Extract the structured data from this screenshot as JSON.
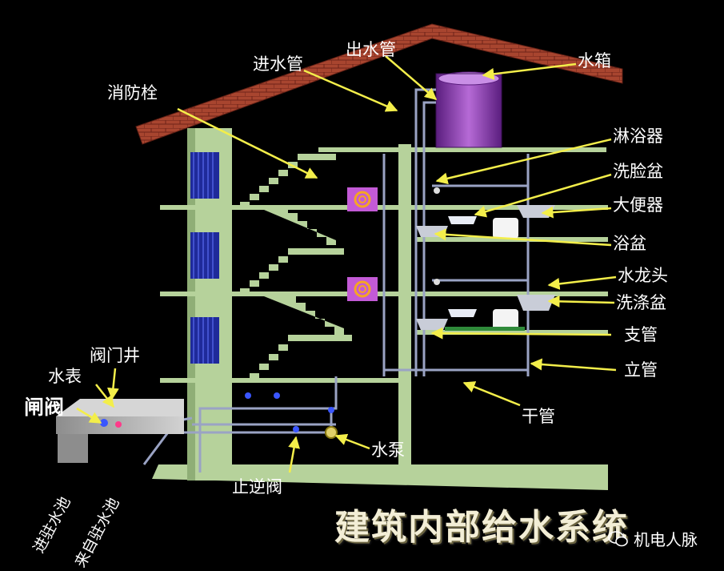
{
  "title": "建筑内部给水系统",
  "watermark": "机电人脉",
  "labels": {
    "fire_hydrant": "消防栓",
    "inlet_pipe": "进水管",
    "outlet_pipe": "出水管",
    "water_tank": "水箱",
    "shower": "淋浴器",
    "washbasin": "洗脸盆",
    "toilet": "大便器",
    "bathtub": "浴盆",
    "faucet": "水龙头",
    "sink": "洗涤盆",
    "branch_pipe": "支管",
    "riser_pipe": "立管",
    "main_pipe": "干管",
    "water_pump": "水泵",
    "check_valve": "止逆阀",
    "valve_well": "阀门井",
    "water_meter": "水表",
    "gate_valve": "闸阀",
    "to_reservoir": "进驻水池",
    "from_reservoir": "来自驻水池"
  },
  "colors": {
    "roof": "#a8452f",
    "structure": "#b6d29b",
    "pipe": "#9aa3c4",
    "tank": "#8a3fb0",
    "radiator": "#1f2a9a",
    "arrow": "#f3ee4a"
  }
}
